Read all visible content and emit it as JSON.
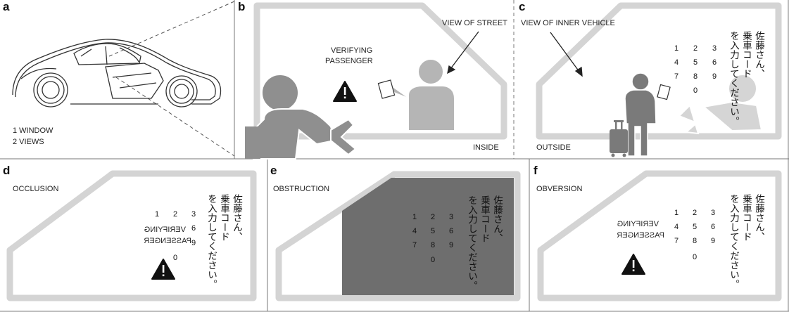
{
  "panels": {
    "a": {
      "letter": "a",
      "caption_line1": "1 WINDOW",
      "caption_line2": "2 VIEWS"
    },
    "b": {
      "letter": "b",
      "view_label": "VIEW OF STREET",
      "status_line1": "VERIFYING",
      "status_line2": "PASSENGER",
      "side_label": "INSIDE"
    },
    "c": {
      "letter": "c",
      "view_label": "VIEW OF INNER VEHICLE",
      "side_label": "OUTSIDE"
    },
    "d": {
      "letter": "d",
      "title": "OCCLUSION",
      "status_line1": "VERIFYING",
      "status_line2": "PASSENGER"
    },
    "e": {
      "letter": "e",
      "title": "OBSTRUCTION"
    },
    "f": {
      "letter": "f",
      "title": "OBVERSION",
      "status_line1": "VERIFYING",
      "status_line2": "PASSENGER"
    }
  },
  "keypad": [
    "1",
    "2",
    "3",
    "4",
    "5",
    "6",
    "7",
    "8",
    "9",
    "0"
  ],
  "japanese_message": {
    "line1": "佐藤さん、",
    "line2": "乗車コード",
    "line3": "を入力してください。"
  },
  "colors": {
    "frame": "#d9d9d9",
    "figure": "#9a9a9a",
    "figure_dark": "#7a7a7a",
    "screen_dark": "#6e6e6e"
  }
}
